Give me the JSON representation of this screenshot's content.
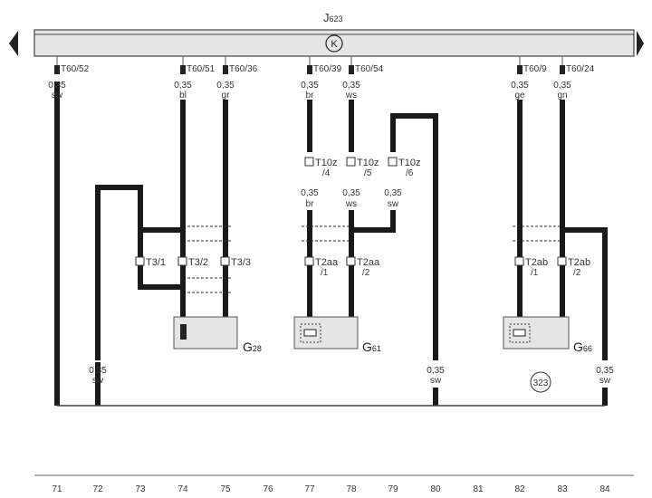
{
  "control_unit": {
    "label": "J",
    "sub": "623",
    "ground_symbol": "K"
  },
  "top_pins": [
    {
      "pin": "T60/52",
      "size": "0,35",
      "color": "sw"
    },
    {
      "pin": "T60/51",
      "size": "0,35",
      "color": "bl"
    },
    {
      "pin": "T60/36",
      "size": "0,35",
      "color": "gr"
    },
    {
      "pin": "T60/39",
      "size": "0,35",
      "color": "br"
    },
    {
      "pin": "T60/54",
      "size": "0,35",
      "color": "ws"
    },
    {
      "pin": "T60/9",
      "size": "0,35",
      "color": "ge"
    },
    {
      "pin": "T60/24",
      "size": "0,35",
      "color": "gn"
    }
  ],
  "t10z": [
    {
      "name": "T10z",
      "pin": "/4",
      "size": "0,35",
      "color": "br"
    },
    {
      "name": "T10z",
      "pin": "/5",
      "size": "0,35",
      "color": "ws"
    },
    {
      "name": "T10z",
      "pin": "/6",
      "size": "0,35",
      "color": "sw"
    }
  ],
  "t3": [
    "T3/1",
    "T3/2",
    "T3/3"
  ],
  "t2aa": [
    {
      "name": "T2aa",
      "pin": "/1"
    },
    {
      "name": "T2aa",
      "pin": "/2"
    }
  ],
  "t2ab": [
    {
      "name": "T2ab",
      "pin": "/1"
    },
    {
      "name": "T2ab",
      "pin": "/2"
    }
  ],
  "components": [
    {
      "label": "G",
      "sub": "28"
    },
    {
      "label": "G",
      "sub": "61"
    },
    {
      "label": "G",
      "sub": "66"
    }
  ],
  "ground_wires": [
    {
      "size": "0,35",
      "color": "sw"
    },
    {
      "size": "0,35",
      "color": "sw"
    },
    {
      "size": "0,35",
      "color": "sw"
    }
  ],
  "ground_point": "323",
  "tracks": [
    "71",
    "72",
    "73",
    "74",
    "75",
    "76",
    "77",
    "78",
    "79",
    "80",
    "81",
    "82",
    "83",
    "84"
  ]
}
